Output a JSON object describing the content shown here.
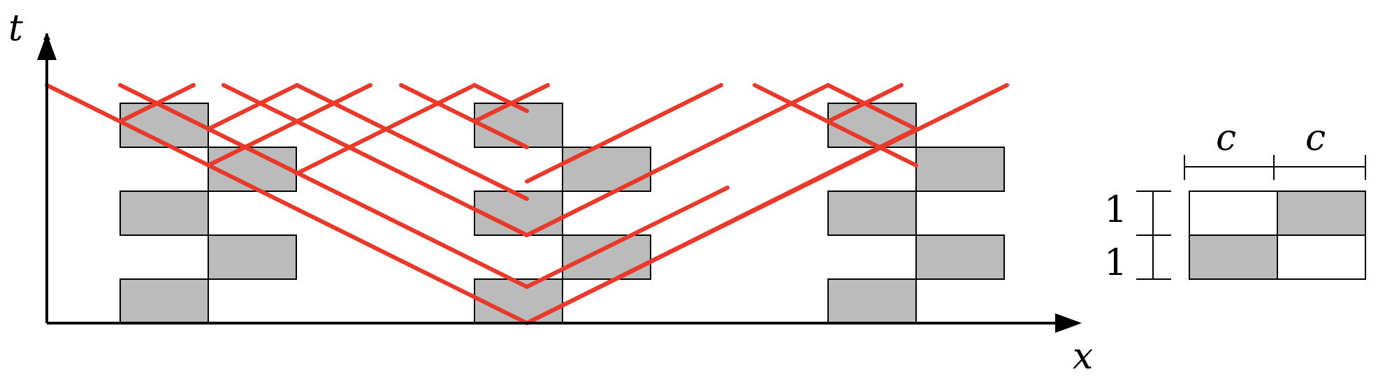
{
  "labels": {
    "t_axis": "t",
    "x_axis": "x",
    "width_c_left": "c",
    "width_c_right": "c",
    "height_one_top": "1",
    "height_one_bottom": "1"
  },
  "colors": {
    "ray": "#E8392B",
    "filled_cell": "#BBBBBB",
    "empty_cell": "#FFFFFF",
    "axis": "#000000"
  },
  "legend": {
    "grid_rows": [
      [
        "empty",
        "filled"
      ],
      [
        "filled",
        "empty"
      ]
    ]
  }
}
